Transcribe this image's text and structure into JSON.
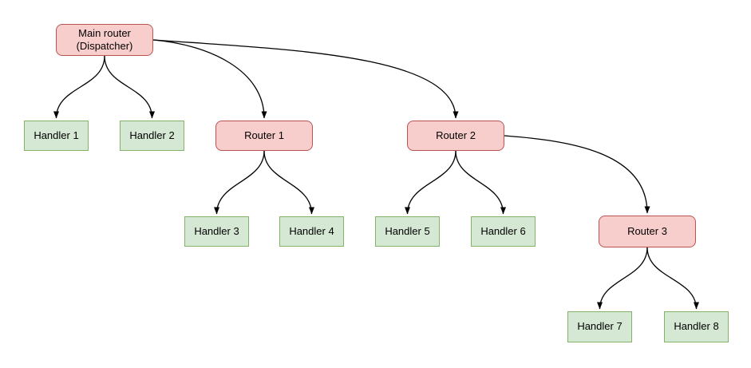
{
  "colors": {
    "router_fill": "#f8cecc",
    "router_stroke": "#b85450",
    "handler_fill": "#d5e8d4",
    "handler_stroke": "#82b366",
    "edge": "#000000",
    "background": "#ffffff"
  },
  "nodes": {
    "main": {
      "line1": "Main router",
      "line2": "(Dispatcher)",
      "type": "router"
    },
    "h1": {
      "label": "Handler 1",
      "type": "handler"
    },
    "h2": {
      "label": "Handler 2",
      "type": "handler"
    },
    "r1": {
      "label": "Router 1",
      "type": "router"
    },
    "r2": {
      "label": "Router 2",
      "type": "router"
    },
    "h3": {
      "label": "Handler 3",
      "type": "handler"
    },
    "h4": {
      "label": "Handler 4",
      "type": "handler"
    },
    "h5": {
      "label": "Handler 5",
      "type": "handler"
    },
    "h6": {
      "label": "Handler 6",
      "type": "handler"
    },
    "r3": {
      "label": "Router 3",
      "type": "router"
    },
    "h7": {
      "label": "Handler 7",
      "type": "handler"
    },
    "h8": {
      "label": "Handler 8",
      "type": "handler"
    }
  },
  "edges": [
    {
      "from": "main",
      "to": "h1"
    },
    {
      "from": "main",
      "to": "h2"
    },
    {
      "from": "main",
      "to": "r1"
    },
    {
      "from": "main",
      "to": "r2"
    },
    {
      "from": "r1",
      "to": "h3"
    },
    {
      "from": "r1",
      "to": "h4"
    },
    {
      "from": "r2",
      "to": "h5"
    },
    {
      "from": "r2",
      "to": "h6"
    },
    {
      "from": "r2",
      "to": "r3"
    },
    {
      "from": "r3",
      "to": "h7"
    },
    {
      "from": "r3",
      "to": "h8"
    }
  ]
}
